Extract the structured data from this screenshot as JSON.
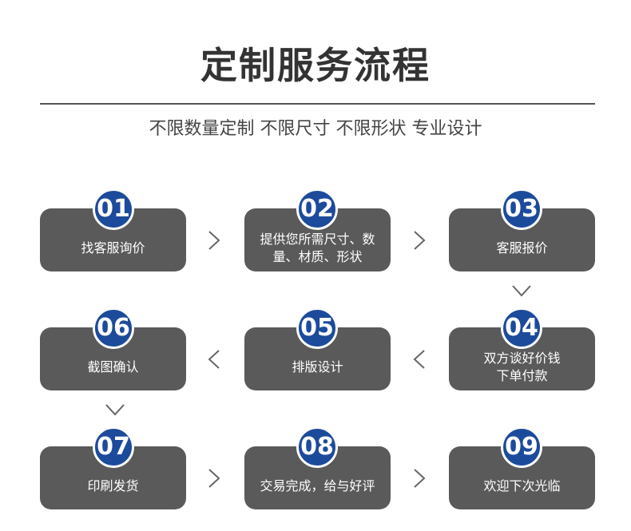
{
  "header": {
    "title": "定制服务流程",
    "subtitle": "不限数量定制 不限尺寸 不限形状 专业设计"
  },
  "steps": [
    {
      "number": "01",
      "label": "找客服询价"
    },
    {
      "number": "02",
      "label": "提供您所需尺寸、数\n量、材质、形状"
    },
    {
      "number": "03",
      "label": "客服报价"
    },
    {
      "number": "04",
      "label": "双方谈好价钱\n下单付款"
    },
    {
      "number": "05",
      "label": "排版设计"
    },
    {
      "number": "06",
      "label": "截图确认"
    },
    {
      "number": "07",
      "label": "印刷发货"
    },
    {
      "number": "08",
      "label": "交易完成，给与好评"
    },
    {
      "number": "09",
      "label": "欢迎下次光临"
    }
  ],
  "arrows": {
    "right_icon": "chevron-right-icon",
    "left_icon": "chevron-left-icon",
    "down_icon": "chevron-down-icon"
  },
  "colors": {
    "card": "#5a5a5a",
    "badge": "#1d4b9b",
    "title": "#333333",
    "arrow": "#666666"
  }
}
